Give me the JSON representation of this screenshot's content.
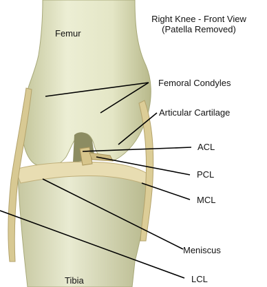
{
  "title": {
    "line1": "Right Knee - Front View",
    "line2": "(Patella Removed)"
  },
  "bones": {
    "femur": "Femur",
    "tibia": "Tibia"
  },
  "labels": {
    "femoral_condyles": "Femoral Condyles",
    "articular_cartilage": "Articular Cartilage",
    "acl": "ACL",
    "pcl": "PCL",
    "mcl": "MCL",
    "meniscus": "Meniscus",
    "lcl": "LCL"
  },
  "colors": {
    "bone": "#e6e8c9",
    "bone_shadow": "#b9bc8c",
    "cartilage": "#eeeed7",
    "ligament": "#ddcf9c",
    "meniscus": "#e7dcb0",
    "leader": "#000000"
  }
}
